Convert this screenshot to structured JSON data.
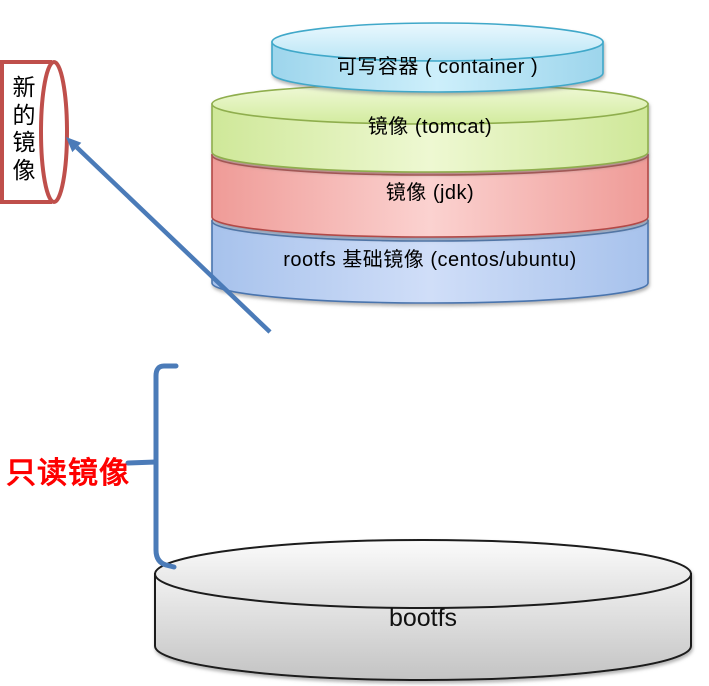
{
  "stack": {
    "layers": [
      {
        "id": "container",
        "label": "可写容器 ( container )",
        "fill": "#bfe8f7",
        "stroke": "#3fa8c9"
      },
      {
        "id": "tomcat",
        "label": "镜像 (tomcat)",
        "fill": "#e3f3bb",
        "stroke": "#8fae4e"
      },
      {
        "id": "jdk",
        "label": "镜像 (jdk)",
        "fill": "#f6b3b0",
        "stroke": "#b34946"
      },
      {
        "id": "rootfs",
        "label": "rootfs 基础镜像 (centos/ubuntu)",
        "fill": "#bed3f2",
        "stroke": "#4a74ae"
      }
    ]
  },
  "bootfs": {
    "label": "bootfs",
    "fill": "#d9d9d9",
    "stroke": "#1a1a1a"
  },
  "new_image": {
    "label": "新的镜像",
    "outline_color": "#bf4f4b"
  },
  "readonly": {
    "label": "只读镜像",
    "color": "#fe0000"
  },
  "connector": {
    "color": "#4b7bb8"
  }
}
